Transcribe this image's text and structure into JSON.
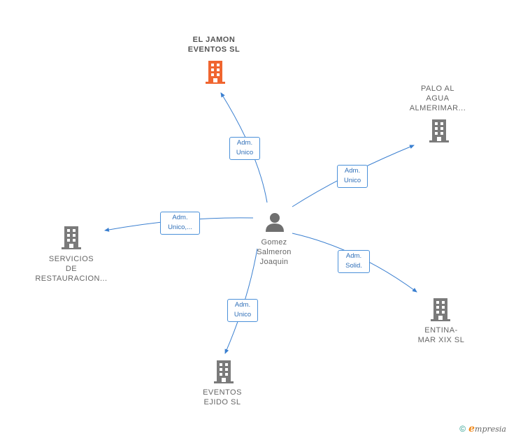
{
  "center": {
    "name": "Gomez\nSalmeron\nJoaquin",
    "icon": "person-icon"
  },
  "companies": [
    {
      "id": "el-jamon",
      "name": "EL JAMON\nEVENTOS  SL",
      "role": "Adm.\nUnico",
      "highlight": true
    },
    {
      "id": "palo-al-agua",
      "name": "PALO AL\nAGUA\nALMERIMAR...",
      "role": "Adm.\nUnico",
      "highlight": false
    },
    {
      "id": "servicios",
      "name": "SERVICIOS\nDE\nRESTAURACION...",
      "role": "Adm.\nUnico,...",
      "highlight": false
    },
    {
      "id": "entina-mar",
      "name": "ENTINA-\nMAR XIX  SL",
      "role": "Adm.\nSolid.",
      "highlight": false
    },
    {
      "id": "eventos-ejido",
      "name": "EVENTOS\nEJIDO  SL",
      "role": "Adm.\nUnico",
      "highlight": false
    }
  ],
  "colors": {
    "edge": "#3a7fd0",
    "building": "#7a7a7a",
    "building_highlight": "#f0652f",
    "person": "#6f6f6f"
  },
  "footer": {
    "copyright": "©",
    "brand_initial": "e",
    "brand_rest": "mpresia"
  }
}
